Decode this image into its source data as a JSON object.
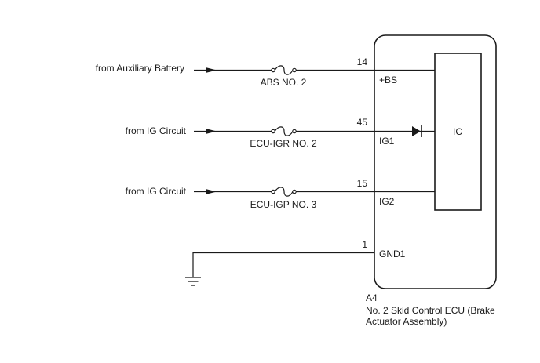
{
  "circuits": [
    {
      "source_label": "from Auxiliary Battery",
      "fuse_label": "ABS NO. 2",
      "pin_number": "14",
      "terminal_label": "+BS"
    },
    {
      "source_label": "from IG Circuit",
      "fuse_label": "ECU-IGR NO. 2",
      "pin_number": "45",
      "terminal_label": "IG1"
    },
    {
      "source_label": "from IG Circuit",
      "fuse_label": "ECU-IGP NO. 3",
      "pin_number": "15",
      "terminal_label": "IG2"
    }
  ],
  "ground": {
    "pin_number": "1",
    "terminal_label": "GND1"
  },
  "ic_label": "IC",
  "connector": {
    "code": "A4",
    "name_line1": "No. 2 Skid Control ECU (Brake",
    "name_line2": "Actuator Assembly)"
  }
}
